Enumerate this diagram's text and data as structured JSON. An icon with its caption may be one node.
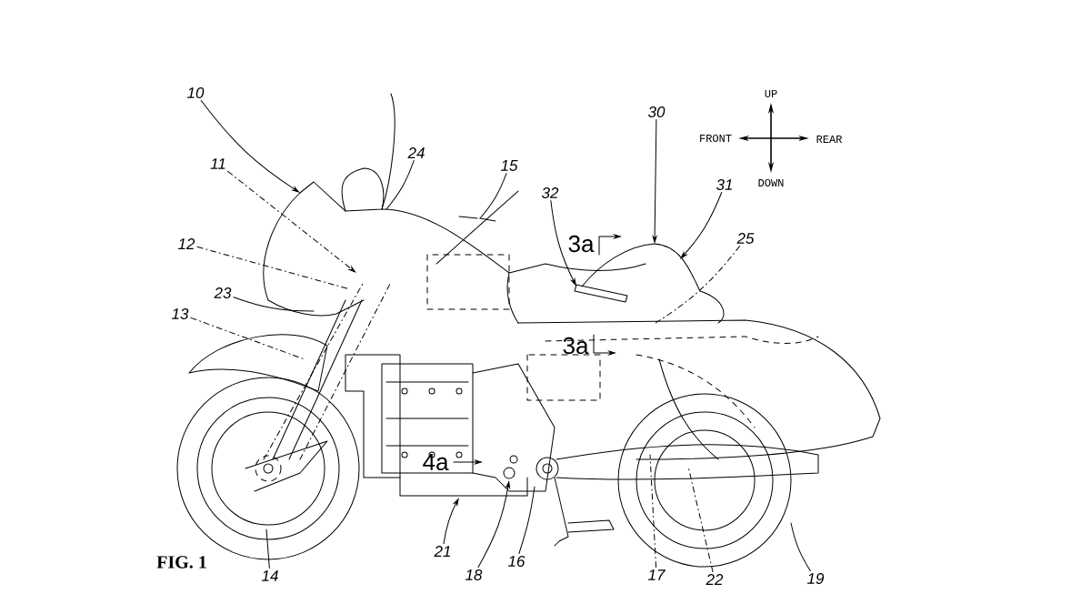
{
  "diagram": {
    "caption": "FIG. 1",
    "nodes": [
      {
        "text": [
          "10"
        ]
      },
      {
        "text": [
          "11"
        ]
      },
      {
        "text": [
          "24"
        ]
      },
      {
        "text": [
          "15"
        ]
      },
      {
        "text": [
          "32"
        ]
      },
      {
        "text": [
          "30"
        ]
      },
      {
        "text": [
          "31"
        ]
      },
      {
        "text": [
          "25"
        ]
      },
      {
        "text": [
          "12"
        ]
      },
      {
        "text": [
          "23"
        ]
      },
      {
        "text": [
          "13"
        ]
      },
      {
        "text": [
          "14"
        ]
      },
      {
        "text": [
          "21"
        ]
      },
      {
        "text": [
          "18"
        ]
      },
      {
        "text": [
          "16"
        ]
      },
      {
        "text": [
          "17"
        ]
      },
      {
        "text": [
          "22"
        ]
      },
      {
        "text": [
          "19"
        ]
      }
    ],
    "edges": [
      {
        "from": 0,
        "to": null,
        "arrow": "to"
      },
      {
        "from": 1,
        "to": null,
        "arrow": "to",
        "style": "dashed"
      },
      {
        "from": 2,
        "to": null,
        "arrow": "none"
      },
      {
        "from": 3,
        "to": null,
        "arrow": "none"
      },
      {
        "from": 4,
        "to": null,
        "arrow": "to"
      },
      {
        "from": 5,
        "to": null,
        "arrow": "to"
      },
      {
        "from": 6,
        "to": null,
        "arrow": "to"
      },
      {
        "from": 7,
        "to": null,
        "arrow": "none",
        "style": "dashed"
      },
      {
        "from": 8,
        "to": null,
        "arrow": "none",
        "style": "dashed"
      },
      {
        "from": 9,
        "to": null,
        "arrow": "none"
      },
      {
        "from": 10,
        "to": null,
        "arrow": "none",
        "style": "dashed"
      },
      {
        "from": 11,
        "to": null,
        "arrow": "none"
      },
      {
        "from": 12,
        "to": null,
        "arrow": "to"
      },
      {
        "from": 13,
        "to": null,
        "arrow": "to"
      },
      {
        "from": 14,
        "to": null,
        "arrow": "none"
      },
      {
        "from": 15,
        "to": null,
        "arrow": "none",
        "style": "dashed"
      },
      {
        "from": 16,
        "to": null,
        "arrow": "none",
        "style": "dashed"
      },
      {
        "from": 17,
        "to": null,
        "arrow": "none"
      }
    ],
    "labels": [
      "UP",
      "FRONT",
      "REAR",
      "DOWN",
      "3a",
      "3a",
      "4a"
    ]
  }
}
